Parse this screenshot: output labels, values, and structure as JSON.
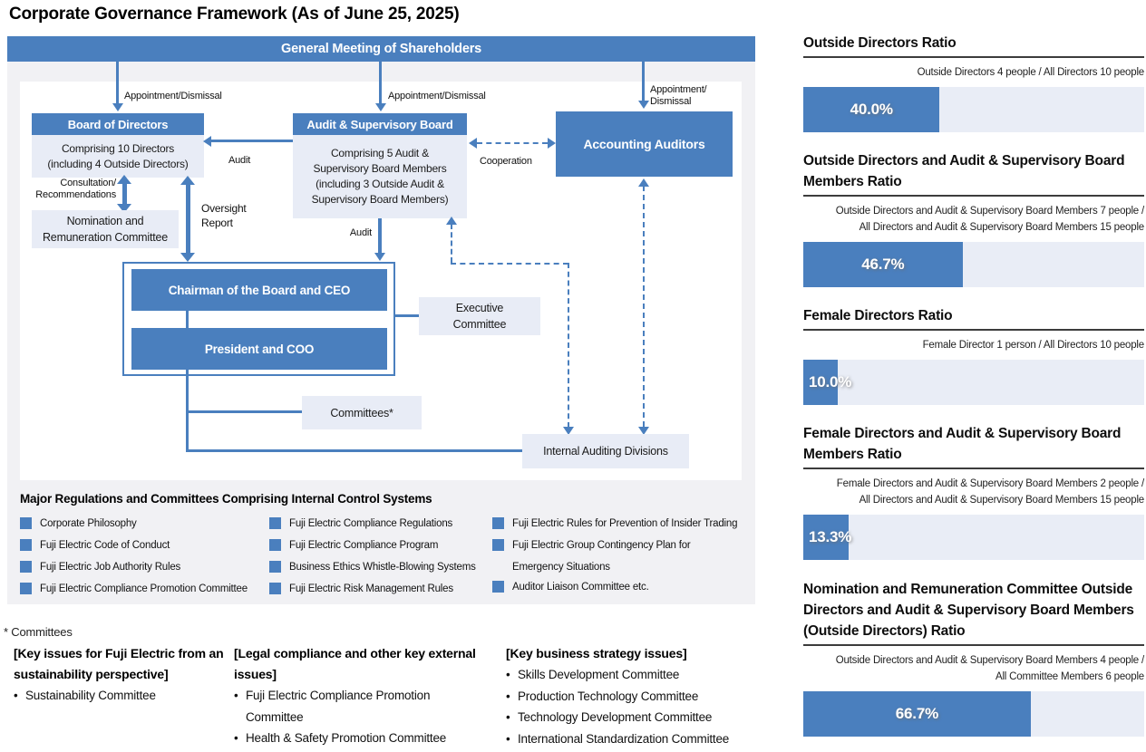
{
  "page_title": "Corporate Governance Framework (As of June 25, 2025)",
  "diagram": {
    "banner": "General Meeting of Shareholders",
    "boxes": {
      "board_header": "Board of Directors",
      "board_sub": "Comprising 10 Directors\n(including 4 Outside Directors)",
      "asb_header": "Audit & Supervisory Board",
      "asb_sub": "Comprising 5 Audit &\nSupervisory Board Members\n(including 3 Outside Audit &\nSupervisory Board Members)",
      "accounting_auditors": "Accounting Auditors",
      "nomination_committee": "Nomination and\nRemuneration Committee",
      "chairman_ceo": "Chairman of the Board and CEO",
      "president_coo": "President and COO",
      "executive_committee": "Executive\nCommittee",
      "committees": "Committees*",
      "internal_auditing": "Internal Auditing Divisions"
    },
    "labels": {
      "appointment_dismissal_1": "Appointment/Dismissal",
      "appointment_dismissal_2": "Appointment/Dismissal",
      "appointment_dismissal_3": "Appointment/\nDismissal",
      "audit_left": "Audit",
      "cooperation": "Cooperation",
      "consultation": "Consultation/\nRecommendations",
      "oversight": "Oversight\nReport",
      "audit_down": "Audit"
    }
  },
  "internal_control": {
    "title": "Major Regulations and Committees Comprising Internal Control Systems",
    "columns": [
      [
        "Corporate Philosophy",
        "Fuji Electric Code of Conduct",
        "Fuji Electric Job Authority Rules",
        "Fuji Electric Compliance Promotion Committee"
      ],
      [
        "Fuji Electric Compliance Regulations",
        "Fuji Electric Compliance Program",
        "Business Ethics Whistle-Blowing Systems",
        "Fuji Electric Risk Management Rules"
      ],
      [
        "Fuji Electric Rules for Prevention of Insider Trading",
        "Fuji Electric Group Contingency Plan for Emergency Situations",
        "Auditor Liaison Committee etc."
      ]
    ]
  },
  "footnote": {
    "marker": "* Committees",
    "groups": [
      {
        "heading": "[Key issues for Fuji Electric from an sustainability perspective]",
        "items": [
          "Sustainability Committee"
        ]
      },
      {
        "heading": "[Legal compliance and other key external issues]",
        "items": [
          "Fuji Electric Compliance Promotion Committee",
          "Health & Safety Promotion Committee"
        ]
      },
      {
        "heading": "[Key business strategy issues]",
        "items": [
          "Skills Development Committee",
          "Production Technology Committee",
          "Technology Development Committee",
          "International Standardization Committee"
        ]
      }
    ]
  },
  "chart_data": {
    "type": "bar",
    "orientation": "horizontal",
    "unit": "percent",
    "xlim": [
      0,
      100
    ],
    "colors": {
      "fill": "#4a7fbe",
      "track": "#e9edf6"
    },
    "series": [
      {
        "title": "Outside Directors Ratio",
        "note": "Outside Directors 4 people / All Directors 10 people",
        "value": 40.0,
        "label": "40.0%"
      },
      {
        "title": "Outside Directors and Audit & Supervisory Board Members Ratio",
        "note": "Outside Directors and Audit & Supervisory Board Members 7 people /\nAll Directors and Audit & Supervisory Board Members 15 people",
        "value": 46.7,
        "label": "46.7%"
      },
      {
        "title": "Female Directors Ratio",
        "note": "Female Director 1 person / All Directors 10 people",
        "value": 10.0,
        "label": "10.0%"
      },
      {
        "title": "Female Directors and Audit & Supervisory Board Members Ratio",
        "note": "Female Directors and Audit & Supervisory Board Members 2 people /\nAll Directors and Audit & Supervisory Board Members 15 people",
        "value": 13.3,
        "label": "13.3%"
      },
      {
        "title": "Nomination and Remuneration Committee Outside Directors and Audit & Supervisory Board Members (Outside Directors) Ratio",
        "note": "Outside Directors and Audit & Supervisory Board Members 4 people /\nAll Committee Members 6 people",
        "value": 66.7,
        "label": "66.7%"
      }
    ]
  }
}
